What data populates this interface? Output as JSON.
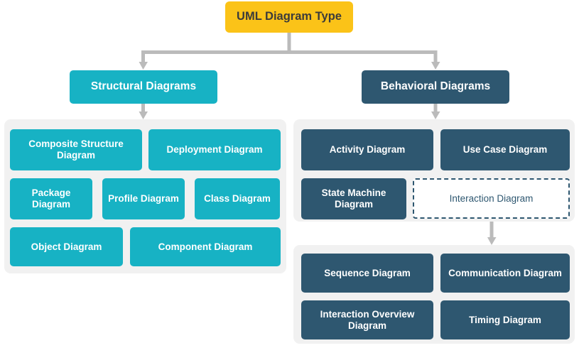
{
  "diagram": {
    "title": "UML Diagram Type",
    "type": "hierarchy-tree",
    "colors": {
      "root_fill": "#fbc318",
      "root_text": "#3b3b3b",
      "structural_fill": "#17b2c4",
      "behavioral_fill": "#2e5770",
      "panel_fill": "#f1f1f1",
      "connector": "#bbbbbb",
      "dashed_border": "#2e5770",
      "page_background": "#ffffff"
    },
    "root": {
      "label": "UML Diagram Type"
    },
    "branches": [
      {
        "id": "structural",
        "label": "Structural Diagrams",
        "style": "teal-filled",
        "children": [
          {
            "label": "Composite Structure Diagram",
            "style": "teal-filled"
          },
          {
            "label": "Deployment Diagram",
            "style": "teal-filled"
          },
          {
            "label": "Package Diagram",
            "style": "teal-filled"
          },
          {
            "label": "Profile Diagram",
            "style": "teal-filled"
          },
          {
            "label": "Class Diagram",
            "style": "teal-filled"
          },
          {
            "label": "Object Diagram",
            "style": "teal-filled"
          },
          {
            "label": "Component Diagram",
            "style": "teal-filled"
          }
        ]
      },
      {
        "id": "behavioral",
        "label": "Behavioral Diagrams",
        "style": "dark-filled",
        "children": [
          {
            "label": "Activity Diagram",
            "style": "dark-filled"
          },
          {
            "label": "Use Case Diagram",
            "style": "dark-filled"
          },
          {
            "label": "State Machine Diagram",
            "style": "dark-filled"
          },
          {
            "label": "Interaction Diagram",
            "style": "dashed-outline"
          }
        ]
      }
    ],
    "interaction_subtypes": {
      "parent": "Interaction Diagram",
      "children": [
        {
          "label": "Sequence Diagram",
          "style": "dark-filled"
        },
        {
          "label": "Communication Diagram",
          "style": "dark-filled"
        },
        {
          "label": "Interaction Overview Diagram",
          "style": "dark-filled"
        },
        {
          "label": "Timing Diagram",
          "style": "dark-filled"
        }
      ]
    }
  }
}
